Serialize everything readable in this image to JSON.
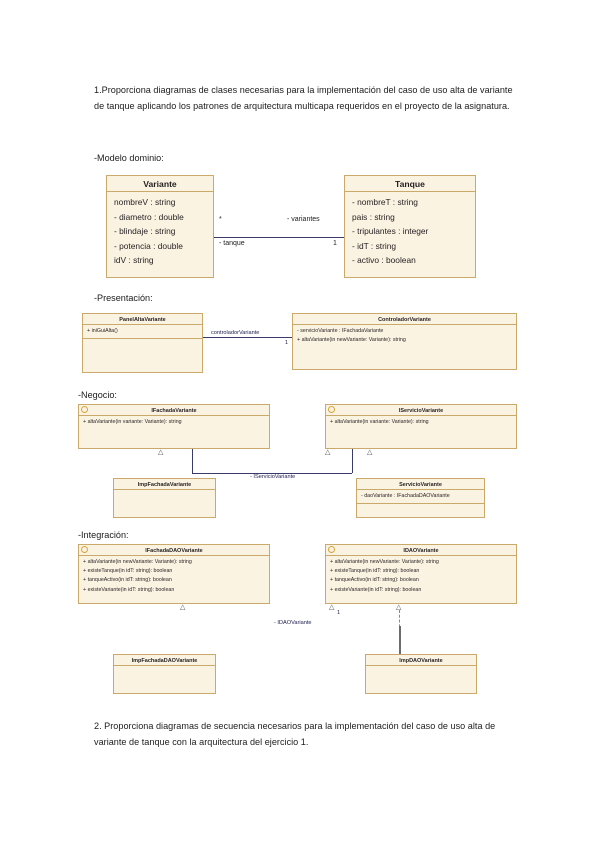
{
  "document": {
    "paragraph_1": "1.Proporciona diagramas de clases necesarias para la implementación del caso de uso alta de variante de tanque aplicando los patrones de arquitectura multicapa requeridos en el proyecto de la asignatura.",
    "paragraph_2": "2. Proporciona diagramas de secuencia necesarios para la implementación del caso de uso alta de variante de tanque con la arquitectura del ejercicio 1.",
    "section_labels": {
      "domain": "-Modelo dominio:",
      "presentation": "-Presentación:",
      "business": "-Negocio:",
      "integration": "-Integración:"
    }
  },
  "colors": {
    "box_fill": "#fbf3e2",
    "box_border": "#caa96a",
    "line": "#3b3b6b",
    "text": "#1c1c1c",
    "edge_label": "#1b1b4f"
  },
  "domain_model": {
    "classes": [
      {
        "name": "Variante",
        "attributes": [
          "nombreV : string",
          "- diametro : double",
          "- blindaje : string",
          "- potencia : double",
          "idV : string"
        ]
      },
      {
        "name": "Tanque",
        "attributes": [
          "- nombreT : string",
          "pais : string",
          "- tripulantes : integer",
          "- idT : string",
          "- activo : boolean"
        ]
      }
    ],
    "association": {
      "source_multiplicity": "*",
      "target_multiplicity": "1",
      "target_role": "- variantes",
      "source_role": "- tanque"
    }
  },
  "presentation": {
    "classes": [
      {
        "name": "PanelAltaVariante",
        "members": [
          "+ iniGuiAlta()"
        ]
      },
      {
        "name": "ControladorVariante",
        "members": [
          "- servicioVariante : IFachadaVariante",
          "+ altaVariante(in newVariante: Variante): string"
        ]
      }
    ],
    "association": {
      "role": "controladorVariante",
      "multiplicity": "1"
    }
  },
  "business": {
    "interfaces": [
      {
        "name": "IFachadaVariante",
        "members": [
          "+ altaVariante(in variante: Variante): string"
        ]
      },
      {
        "name": "IServicioVariante",
        "members": [
          "+ altaVariante(in variante: Variante): string"
        ]
      }
    ],
    "classes": [
      {
        "name": "ImpFachadaVariante",
        "members": []
      },
      {
        "name": "ServicioVariante",
        "members": [
          "- daoVariante : IFachadaDAOVariante"
        ]
      }
    ],
    "edge_label": "- IServicioVariante"
  },
  "integration": {
    "interfaces": [
      {
        "name": "IFachadaDAOVariante",
        "members": [
          "+ altaVariante(in newVariante: Variante): string",
          "+ existeTanque(in idT: string): boolean",
          "+ tanqueActivo(in idT: string): boolean",
          "+ existeVariante(in idT: string): boolean"
        ]
      },
      {
        "name": "IDAOVariante",
        "members": [
          "+ altaVariante(in newVariante: Variante): string",
          "+ existeTanque(in idT: string): boolean",
          "+ tanqueActivo(in idT: string): boolean",
          "+ existeVariante(in idT: string): boolean"
        ]
      }
    ],
    "classes": [
      {
        "name": "ImpFachadaDAOVariante",
        "members": []
      },
      {
        "name": "ImpDAOVariante",
        "members": []
      }
    ],
    "edge_label": "- IDAOVariante",
    "multiplicity": "1"
  }
}
